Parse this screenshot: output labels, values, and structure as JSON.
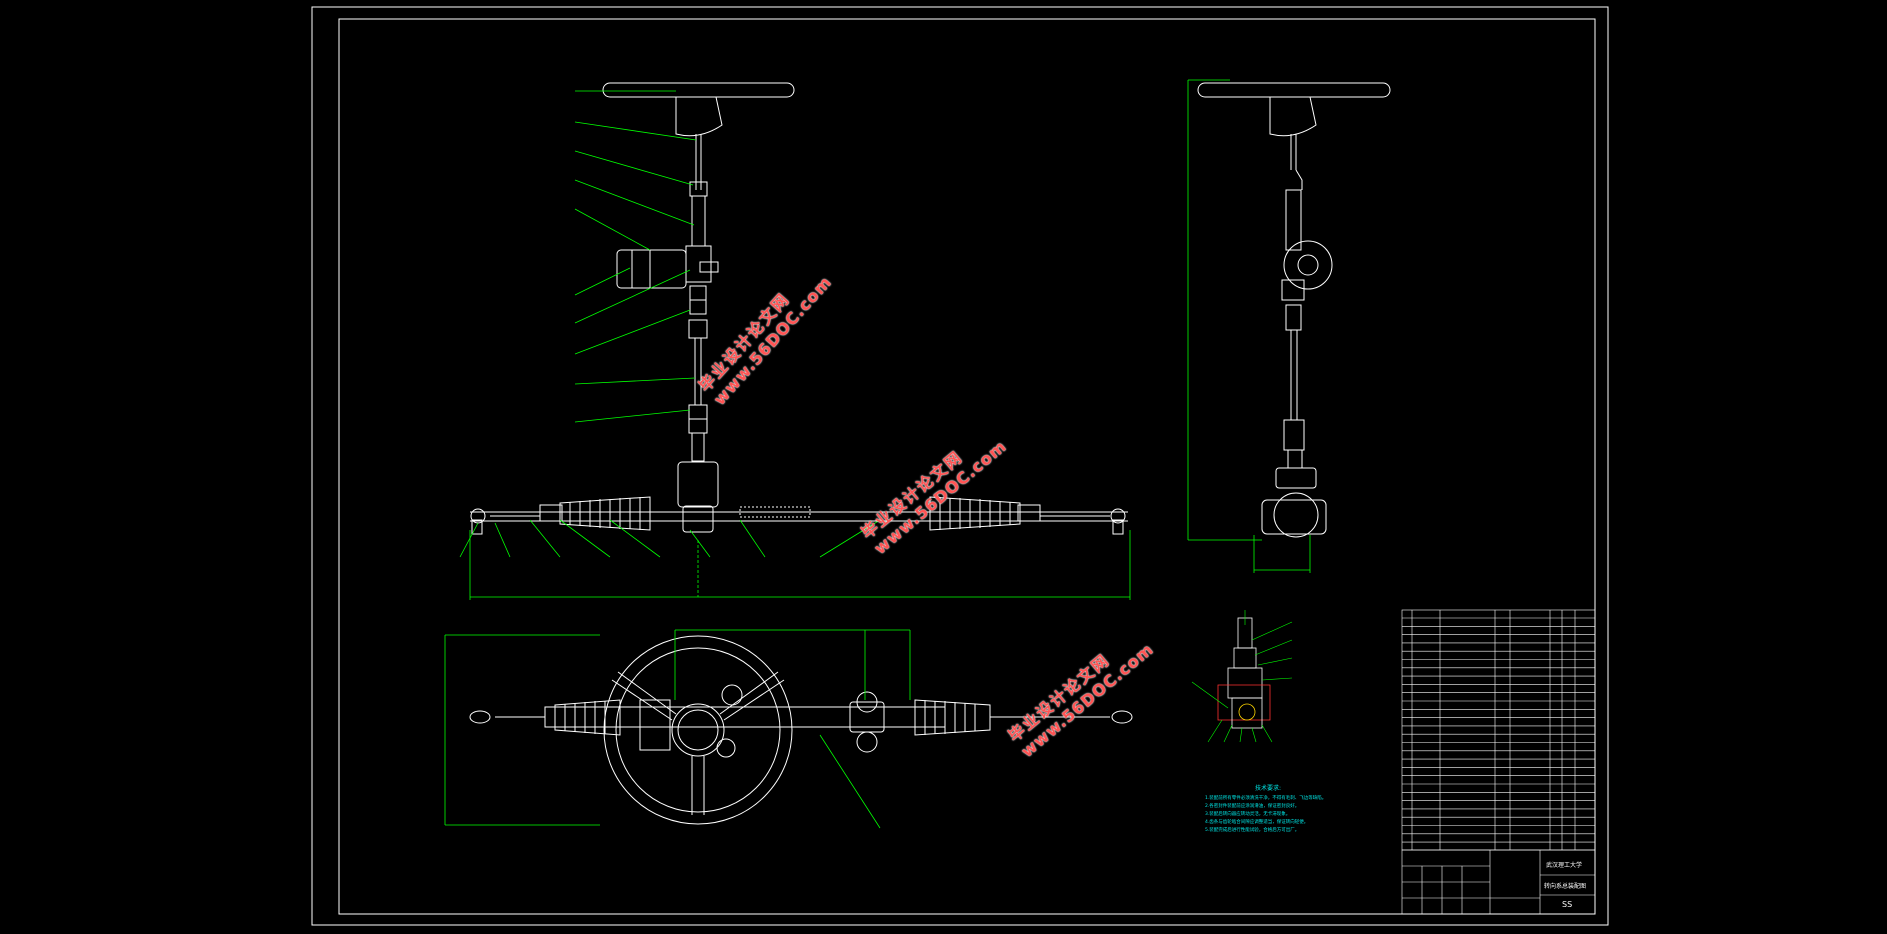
{
  "drawing": {
    "tech_notes_heading": "技术要求:",
    "tech_notes": [
      "1.装配前所有零件必须清洗干净，不得有毛刺、飞边等缺陷。",
      "2.各密封件装配前应涂润滑油，保证密封良好。",
      "3.装配后转向器应转动灵活，无卡滞现象。",
      "4.齿条与齿轮啮合间隙应调整适当，保证转向轻便。",
      "5.装配完成后进行性能试验，合格后方可出厂。"
    ],
    "title_block": {
      "school": "武汉理工大学",
      "drawing_title": "转向系总装配图",
      "drawing_no": "SS"
    }
  },
  "watermarks": [
    {
      "cn": "毕业设计论文网",
      "url": "www.56DOC.com"
    },
    {
      "cn": "毕业设计论文网",
      "url": "www.56DOC.com"
    },
    {
      "cn": "毕业设计论文网",
      "url": "www.56DOC.com"
    }
  ],
  "colors": {
    "background": "#000000",
    "frame": "#ffffff",
    "leader": "#00ff00",
    "notes": "#00e5e5",
    "watermark": "#ff5555"
  }
}
